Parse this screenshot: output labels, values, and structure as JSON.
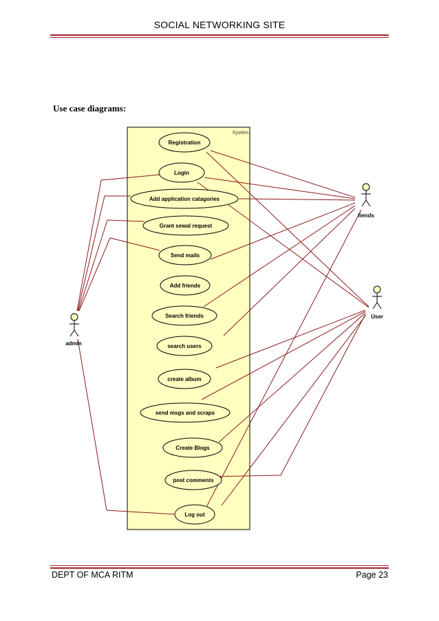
{
  "page": {
    "header_title": "SOCIAL NETWORKING SITE",
    "section_heading": "Use case diagrams:",
    "footer_left": "DEPT OF MCA RITM",
    "footer_right": "Page 23"
  },
  "diagram": {
    "system_label": "System",
    "colors": {
      "boundary_fill": "#ffffc0",
      "usecase_fill": "#ffffc0",
      "line": "#8b1a1a",
      "outline": "#000000",
      "rule": "#a0222a"
    },
    "actors": {
      "admin": "admin",
      "friends": "fiends",
      "user": "User"
    },
    "use_cases": {
      "registration": "Registration",
      "login": "Login",
      "add_app_categories": "Add application catagories",
      "grant_sewal": "Grant sewal request",
      "send_mails": "Send mails",
      "add_friends": "Add friends",
      "search_friends": "Search friends",
      "search_users": "search users",
      "create_album": "create album",
      "send_msgs": "send msgs and scraps",
      "create_blogs": "Create Blogs",
      "post_comments": "post comments",
      "log_out": "Log out"
    }
  }
}
